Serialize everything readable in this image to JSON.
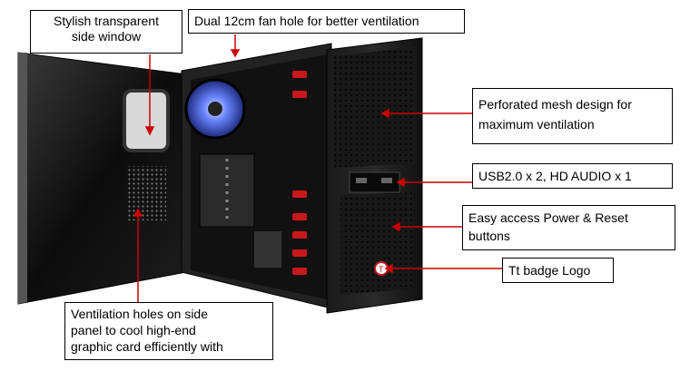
{
  "callouts": {
    "side_window": {
      "line1": "Stylish transparent",
      "line2": "side window"
    },
    "fan_hole": "Dual 12cm fan hole for better ventilation",
    "mesh": {
      "line1": "Perforated mesh design for",
      "line2": "maximum ventilation"
    },
    "usb": "USB2.0 x 2, HD AUDIO x 1",
    "power": {
      "line1": "Easy access Power & Reset",
      "line2": "buttons"
    },
    "badge": "Tt badge Logo",
    "vent_holes": {
      "line1": "Ventilation holes on side",
      "line2": "panel to cool high-end",
      "line3": "graphic card efficiently with"
    }
  },
  "colors": {
    "arrow": "#cc0000",
    "case": "#1a1a1a",
    "fan_light": "#5a7cff",
    "accent_red": "#c8181c"
  },
  "icons": [
    "tt-badge-icon",
    "side-window-arrow-icon"
  ]
}
